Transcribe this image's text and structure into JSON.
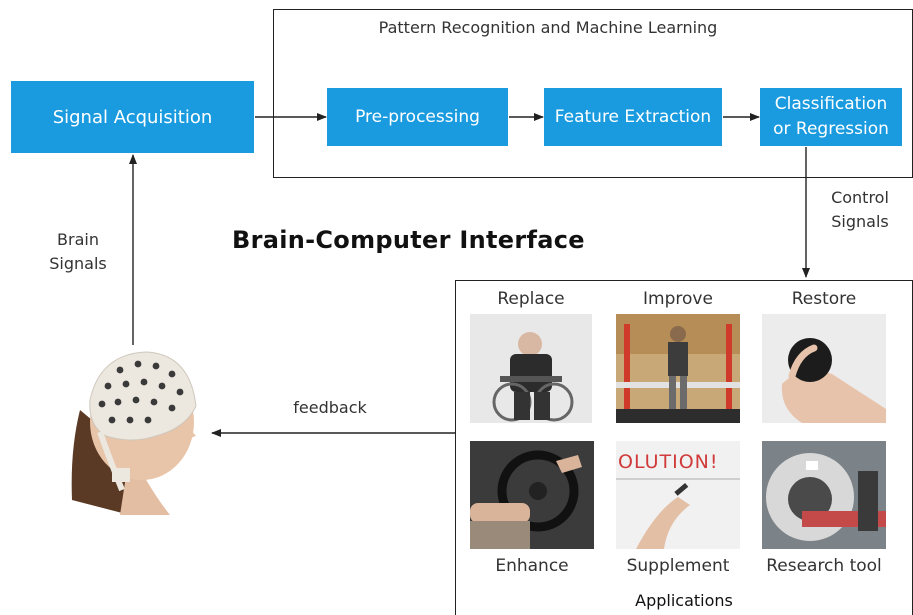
{
  "ml_box": {
    "title": "Pattern Recognition and Machine Learning"
  },
  "blocks": {
    "signal_acquisition": "Signal Acquisition",
    "preprocessing": "Pre-processing",
    "feature_extraction": "Feature Extraction",
    "classification_line1": "Classification",
    "classification_line2": "or Regression"
  },
  "edge_labels": {
    "control_line1": "Control",
    "control_line2": "Signals",
    "brain_line1": "Brain",
    "brain_line2": "Signals",
    "feedback": "feedback"
  },
  "title": "Brain-Computer Interface",
  "applications": {
    "footer": "Applications",
    "items": [
      {
        "label": "Replace"
      },
      {
        "label": "Improve"
      },
      {
        "label": "Restore"
      },
      {
        "label": "Enhance"
      },
      {
        "label": "Supplement"
      },
      {
        "label": "Research tool"
      }
    ],
    "whiteboard_text": "OLUTION!"
  },
  "colors": {
    "block_blue": "#1a9be0",
    "block_text": "#ffffff",
    "line": "#222222"
  }
}
